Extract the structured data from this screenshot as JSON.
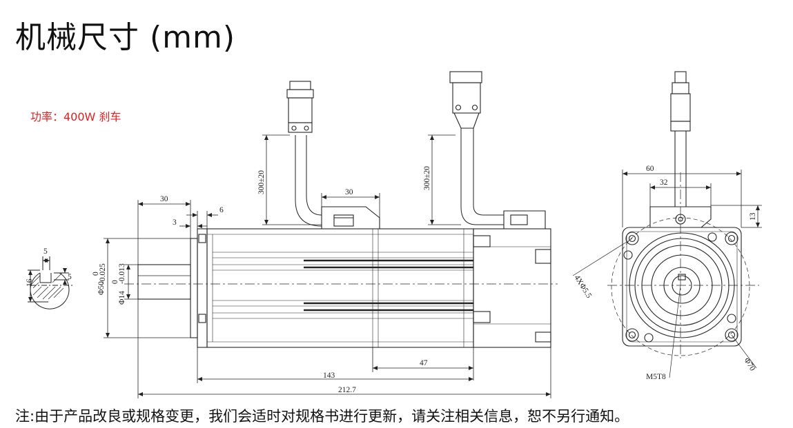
{
  "page": {
    "title": "机械尺寸 (mm)",
    "spec_label": "功率：400W 刹车",
    "footer_note": "注:由于产品改良或规格变更，我们会适时对规格书进行更新，请关注相关信息，恕不另行通知。"
  },
  "drawing": {
    "shaft_section": {
      "key_width": "5",
      "key_depth": "5",
      "shaft_height": "16"
    },
    "side_view": {
      "shaft_length": "30",
      "flange_thickness": "6",
      "pilot_depth": "3",
      "pilot_diameter": "Φ50",
      "pilot_tol_upper": "0",
      "pilot_tol_lower": "-0.025",
      "shaft_diameter": "Φ14",
      "shaft_tol_upper": "0",
      "shaft_tol_lower": "-0.013",
      "cable_length_1": "300±20",
      "cable_length_2": "300±20",
      "connector_width": "30",
      "brake_length": "47",
      "body_length": "143",
      "total_length": "212.7"
    },
    "end_view": {
      "flange_square": "60",
      "connector_spacing": "32",
      "connector_height": "13",
      "mount_holes": "4XΦ5.5",
      "bolt_circle": "Φ70",
      "shaft_thread": "M5T8"
    }
  },
  "colors": {
    "accent_red": "#e02020",
    "line": "#111111"
  }
}
